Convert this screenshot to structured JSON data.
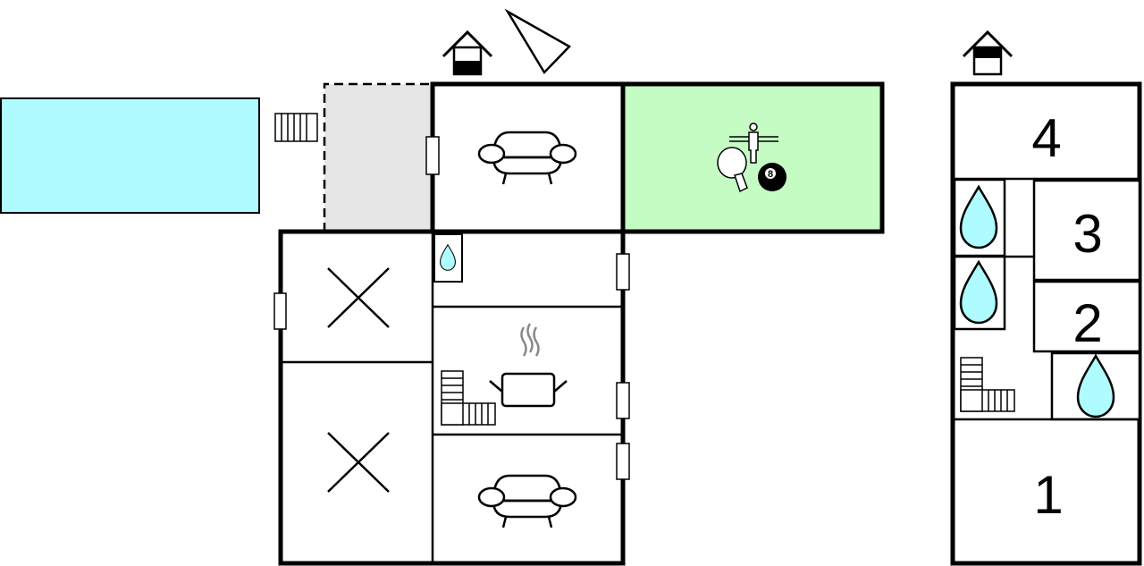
{
  "colors": {
    "pool": "#aefcff",
    "game_room": "#c4fcc4",
    "terrace": "#e6e6e6",
    "water_drop": "#aefcff",
    "wall": "#000000"
  },
  "icons": [
    "house-entrance-icon",
    "north-arrow-icon",
    "sofa-icon",
    "games-icon",
    "bed-icon",
    "shower-icon",
    "stairs-icon",
    "kitchen-pot-icon"
  ],
  "annex": {
    "rooms": [
      {
        "label": "4"
      },
      {
        "label": "3"
      },
      {
        "label": "2"
      },
      {
        "label": "1"
      }
    ]
  },
  "games": {
    "ball_number": "8"
  }
}
